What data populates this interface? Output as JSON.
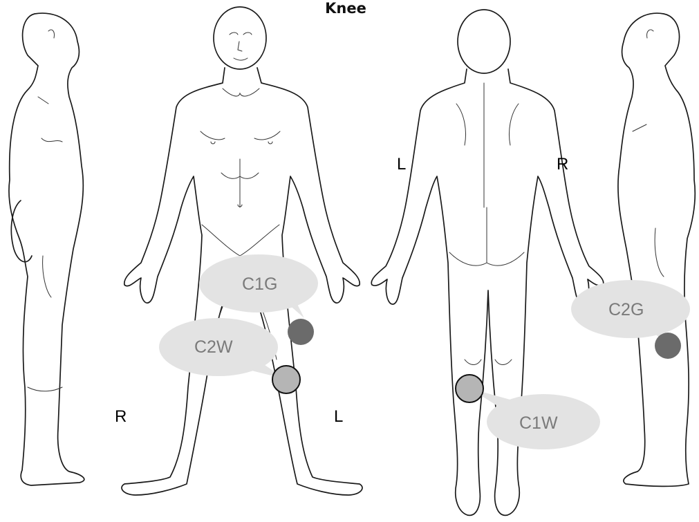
{
  "title": "Knee",
  "front_view": {
    "right_label": "R",
    "left_label": "L"
  },
  "back_view": {
    "left_label": "L",
    "right_label": "R"
  },
  "markers": [
    {
      "label": "C1G",
      "color": "#6b6b6b"
    },
    {
      "label": "C2W",
      "color": "#b5b5b5"
    },
    {
      "label": "C1W",
      "color": "#b5b5b5"
    },
    {
      "label": "C2G",
      "color": "#6b6b6b"
    }
  ],
  "colors": {
    "bubble": "#e3e3e3",
    "bubble_text": "#7a7a7a",
    "outline": "#1a1a1a"
  }
}
